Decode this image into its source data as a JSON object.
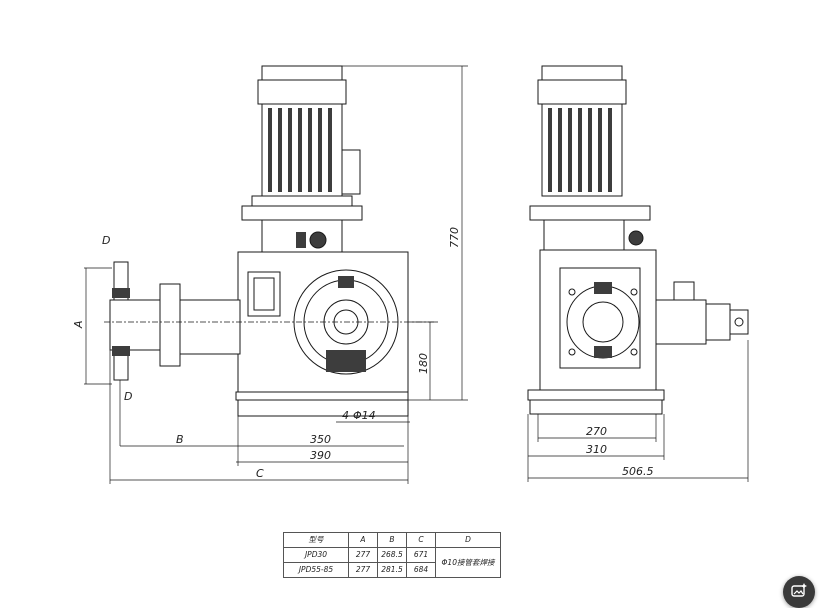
{
  "dimensions": {
    "height_total": "770",
    "shaft_height": "180",
    "holes": "4-Φ14",
    "base_inner": "350",
    "base_outer": "390",
    "var_a": "A",
    "var_b": "B",
    "var_c": "C",
    "var_d_top": "D",
    "var_d_bottom": "D",
    "side_inner": "270",
    "side_outer": "310",
    "side_total": "506.5"
  },
  "table": {
    "headers": [
      "型号",
      "A",
      "B",
      "C",
      "D"
    ],
    "rows": [
      {
        "model": "JPD30",
        "a": "277",
        "b": "268.5",
        "c": "671"
      },
      {
        "model": "JPD55-85",
        "a": "277",
        "b": "281.5",
        "c": "684"
      }
    ],
    "d_value": "Φ10接管套焊接"
  },
  "colors": {
    "line": "#1a1a1a",
    "body": "#ffffff",
    "shade": "#3d3d3d"
  },
  "floating_button": {
    "icon": "image-sparkle-icon"
  }
}
